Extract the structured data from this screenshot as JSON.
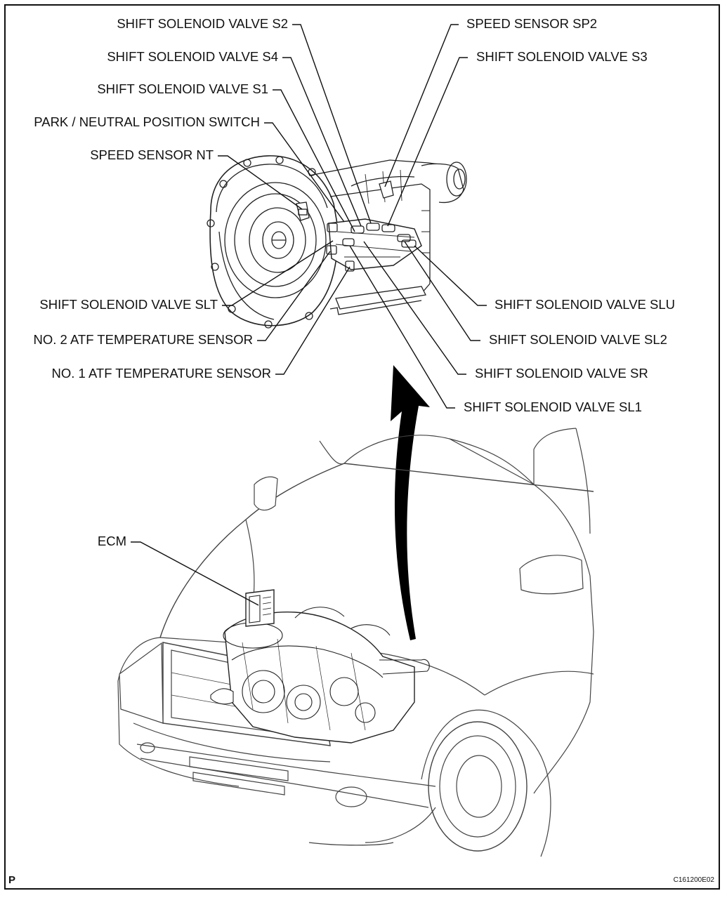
{
  "labels": {
    "shift_solenoid_s2": "SHIFT SOLENOID VALVE S2",
    "shift_solenoid_s4": "SHIFT SOLENOID VALVE S4",
    "shift_solenoid_s1": "SHIFT SOLENOID VALVE S1",
    "park_neutral_switch": "PARK / NEUTRAL POSITION SWITCH",
    "speed_sensor_nt": "SPEED SENSOR NT",
    "speed_sensor_sp2": "SPEED SENSOR SP2",
    "shift_solenoid_s3": "SHIFT SOLENOID VALVE S3",
    "shift_solenoid_slt": "SHIFT SOLENOID VALVE SLT",
    "atf_temp_sensor_2": "NO. 2 ATF TEMPERATURE SENSOR",
    "atf_temp_sensor_1": "NO. 1 ATF TEMPERATURE SENSOR",
    "shift_solenoid_slu": "SHIFT SOLENOID VALVE SLU",
    "shift_solenoid_sl2": "SHIFT SOLENOID VALVE SL2",
    "shift_solenoid_sr": "SHIFT SOLENOID VALVE SR",
    "shift_solenoid_sl1": "SHIFT SOLENOID VALVE SL1",
    "ecm": "ECM"
  },
  "corner_mark": "P",
  "figure_code": "C161200E02",
  "colors": {
    "line": "#111111",
    "background": "#ffffff",
    "arrow": "#000000"
  }
}
